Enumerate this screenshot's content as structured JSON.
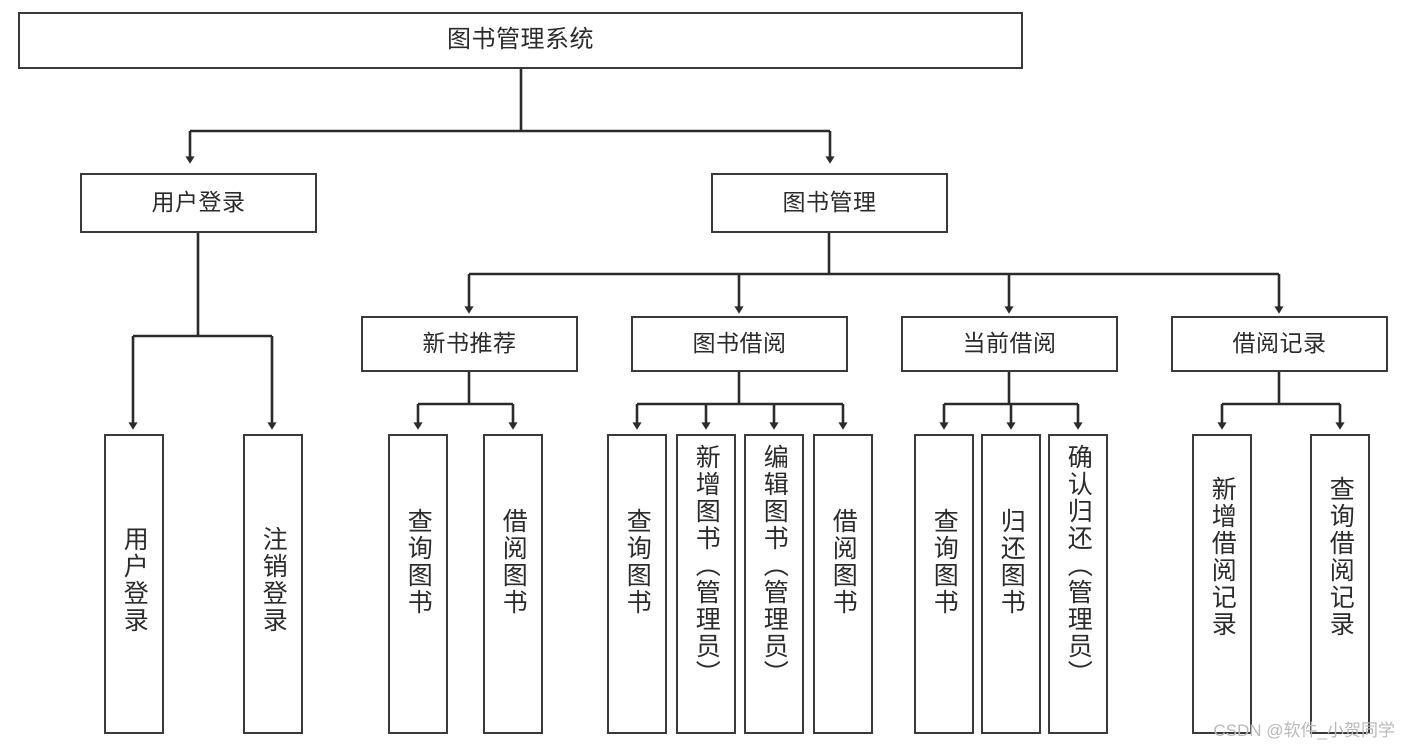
{
  "diagram": {
    "title": "图书管理系统",
    "type": "tree-hierarchy-chart",
    "colors": {
      "box_border": "#3a3a3a",
      "box_fill": "#ffffff",
      "edge": "#2b2b2b",
      "text": "#2b2b2b",
      "watermark": "#b9b9b9"
    },
    "nodes": {
      "root": {
        "label": "图书管理系统"
      },
      "level2": [
        {
          "id": "user-login",
          "label": "用户登录"
        },
        {
          "id": "book-management",
          "label": "图书管理"
        }
      ],
      "level3": [
        {
          "id": "new-book-recommend",
          "label": "新书推荐"
        },
        {
          "id": "book-borrow",
          "label": "图书借阅"
        },
        {
          "id": "current-borrow",
          "label": "当前借阅"
        },
        {
          "id": "borrow-record",
          "label": "借阅记录"
        }
      ],
      "leaves": {
        "user-login": [
          {
            "id": "leaf-user-login",
            "label": "用户登录"
          },
          {
            "id": "leaf-logout-login",
            "label": "注销登录"
          }
        ],
        "new-book-recommend": [
          {
            "id": "leaf-query-book-1",
            "label": "查询图书"
          },
          {
            "id": "leaf-borrow-book-1",
            "label": "借阅图书"
          }
        ],
        "book-borrow": [
          {
            "id": "leaf-query-book-2",
            "label": "查询图书"
          },
          {
            "id": "leaf-add-book",
            "label": "新增图书（管理员）"
          },
          {
            "id": "leaf-edit-book",
            "label": "编辑图书（管理员）"
          },
          {
            "id": "leaf-borrow-book-2",
            "label": "借阅图书"
          }
        ],
        "current-borrow": [
          {
            "id": "leaf-query-book-3",
            "label": "查询图书"
          },
          {
            "id": "leaf-return-book",
            "label": "归还图书"
          },
          {
            "id": "leaf-confirm-return",
            "label": "确认归还（管理员）"
          }
        ],
        "borrow-record": [
          {
            "id": "leaf-add-record",
            "label": "新增借阅记录"
          },
          {
            "id": "leaf-query-record",
            "label": "查询借阅记录"
          }
        ]
      }
    },
    "watermark": "CSDN @软件_小贺同学"
  }
}
